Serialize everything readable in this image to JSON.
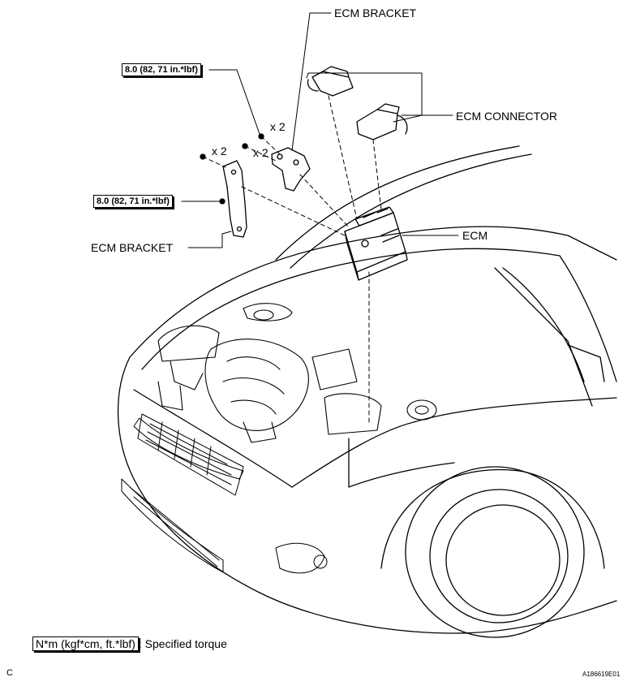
{
  "labels": {
    "ecm_bracket_top": "ECM BRACKET",
    "ecm_connector": "ECM CONNECTOR",
    "ecm": "ECM",
    "ecm_bracket_left": "ECM BRACKET"
  },
  "torque": {
    "upper": "8.0 (82, 71 in.*lbf)",
    "lower": "8.0 (82, 71 in.*lbf)"
  },
  "quantities": {
    "q1": "x 2",
    "q2": "x 2",
    "q3": "x 2"
  },
  "legend": {
    "unit_box": "N*m (kgf*cm, ft.*lbf)",
    "description": ": Specified torque"
  },
  "footer": {
    "section": "C",
    "figure_id": "A186619E01"
  }
}
